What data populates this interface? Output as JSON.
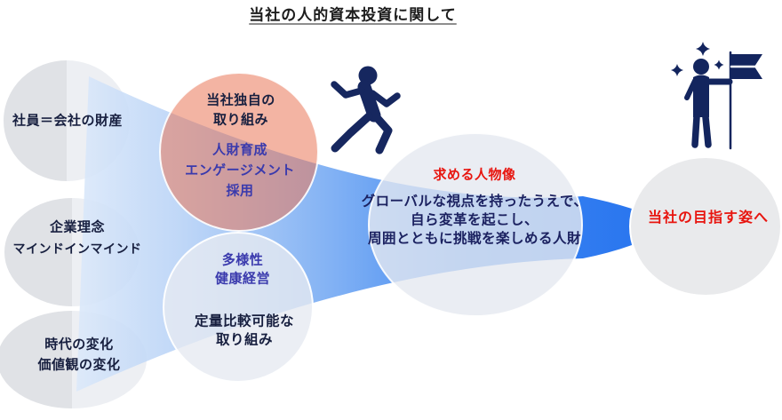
{
  "title": "当社の人的資本投資に関して",
  "left_circles": [
    {
      "lines": [
        "社員＝会社の財産"
      ]
    },
    {
      "lines": [
        "企業理念",
        "マインドインマインド"
      ]
    },
    {
      "lines": [
        "時代の変化",
        "価値観の変化"
      ]
    }
  ],
  "initiatives_circle": {
    "heading_lines": [
      "当社独自の",
      "取り組み"
    ],
    "item_lines": [
      "人財育成",
      "エンゲージメント",
      "採用"
    ]
  },
  "secondary_circle": {
    "item_lines": [
      "多様性",
      "健康経営"
    ],
    "note_lines": [
      "定量比較可能な",
      "取り組み"
    ]
  },
  "persona_circle": {
    "heading": "求める人物像",
    "body_lines": [
      "グローバルな視点を持ったうえで、",
      "自ら変革を起こし、",
      "周囲とともに挑戦を楽しめる人財"
    ]
  },
  "goal_circle": {
    "label": "当社の目指す姿へ"
  },
  "icons": {
    "runner": "runner-icon",
    "flag_bearer": "flag-bearer-icon",
    "sparkles": "sparkle-icons"
  },
  "colors": {
    "funnel_blue_deep": "#2a76ef",
    "funnel_blue_light": "#dce9fa",
    "salmon_circle": "#e97658",
    "gray_circle": "#e5e6ea",
    "accent_red": "#e8150f",
    "indigo_text": "#3a3aad",
    "navy_icon": "#16275f",
    "dark_text": "#171f3f"
  }
}
